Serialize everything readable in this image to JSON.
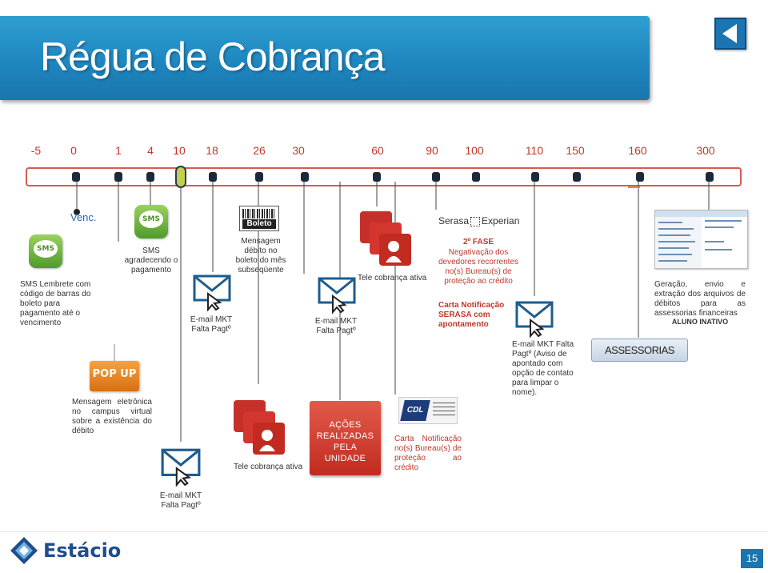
{
  "title": "Régua de Cobrança",
  "days": [
    "-5",
    "0",
    "1",
    "4",
    "10",
    "18",
    "26",
    "30",
    "60",
    "90",
    "100",
    "110",
    "150",
    "160",
    "300"
  ],
  "venc": "Venc.",
  "items": {
    "sms_lembrete": "SMS Lembrete com código de barras do boleto para pagamento até o vencimento",
    "sms_agradecendo": "SMS agradecendo o pagamento",
    "popup_label": "POP UP",
    "mensagem_campus": "Mensagem eletrônica no campus virtual sobre a existência do débito",
    "email_1": "E-mail MKT Falta Pagtº",
    "email_2": "E-mail MKT Falta Pagtº",
    "boleto_label": "Boleto",
    "mensagem_debito": "Mensagem débito no boleto do mês subseqüente",
    "tele_1": "Tele cobrança ativa",
    "email_3": "E-mail MKT Falta Pagtº",
    "acoes": "AÇÕES REALIZADAS PELA UNIDADE",
    "tele_2": "Tele cobrança ativa",
    "serasa_logo_left": "Serasa",
    "serasa_logo_right": "Experian",
    "fase2_title": "2º FASE",
    "fase2_text": "Negativação dos devedores recorrentes no(s) Bureau(s) de proteção ao crédito",
    "carta_serasa": "Carta Notificação SERASA com apontamento",
    "cdl_label": "CDL",
    "carta_cdl": "Carta Notificação no(s) Bureau(s) de proteção ao crédito",
    "email_4": "E-mail MKT Falta Pagtº (Aviso de apontado com opção de contato para limpar o nome).",
    "assessorias": "ASSESSORIAS",
    "geracao": "Geração, envio e extração dos arquivos de débitos para as assessorias financeiras",
    "aluno_inativo": "ALUNO INATIVO"
  },
  "footer": {
    "brand": "Estácio",
    "page": "15"
  },
  "colors": {
    "banner": "#1e86c0",
    "timeline": "#d85a53",
    "accent_red": "#c0392b",
    "marker": "#c2cf4f"
  }
}
